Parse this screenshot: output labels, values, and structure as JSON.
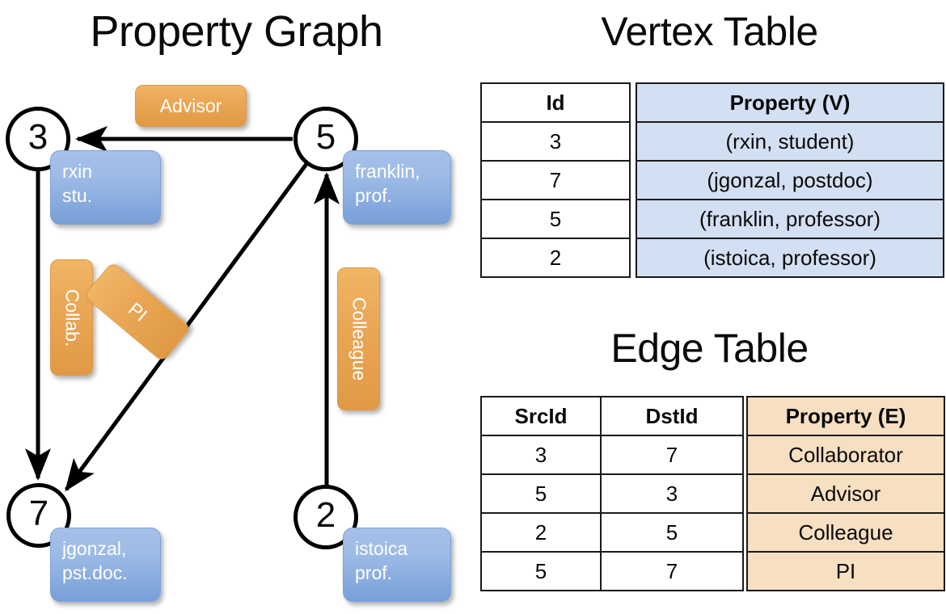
{
  "titles": {
    "property_graph": "Property Graph",
    "vertex_table": "Vertex Table",
    "edge_table": "Edge Table"
  },
  "colors": {
    "vertex_property_fill": "#d3dff2",
    "edge_property_fill": "#f7dfc2",
    "node_callout_blue": "#9dbbe6",
    "edge_label_orange": "#eaa755",
    "stroke": "#000000",
    "background": "#ffffff"
  },
  "graph": {
    "nodes": [
      {
        "id": "3",
        "label": "3",
        "property_line1": "rxin",
        "property_line2": "stu."
      },
      {
        "id": "5",
        "label": "5",
        "property_line1": "franklin,",
        "property_line2": "prof."
      },
      {
        "id": "7",
        "label": "7",
        "property_line1": "jgonzal,",
        "property_line2": "pst.doc."
      },
      {
        "id": "2",
        "label": "2",
        "property_line1": "istoica",
        "property_line2": "prof."
      }
    ],
    "edges": [
      {
        "src": "5",
        "dst": "3",
        "label": "Advisor"
      },
      {
        "src": "3",
        "dst": "7",
        "label": "Collab."
      },
      {
        "src": "5",
        "dst": "7",
        "label": "PI"
      },
      {
        "src": "2",
        "dst": "5",
        "label": "Colleague"
      }
    ]
  },
  "vertex_table": {
    "headers": [
      "Id",
      "Property (V)"
    ],
    "rows": [
      [
        "3",
        "(rxin, student)"
      ],
      [
        "7",
        "(jgonzal, postdoc)"
      ],
      [
        "5",
        "(franklin, professor)"
      ],
      [
        "2",
        "(istoica, professor)"
      ]
    ]
  },
  "edge_table": {
    "headers": [
      "SrcId",
      "DstId",
      "Property (E)"
    ],
    "rows": [
      [
        "3",
        "7",
        "Collaborator"
      ],
      [
        "5",
        "3",
        "Advisor"
      ],
      [
        "2",
        "5",
        "Colleague"
      ],
      [
        "5",
        "7",
        "PI"
      ]
    ]
  }
}
